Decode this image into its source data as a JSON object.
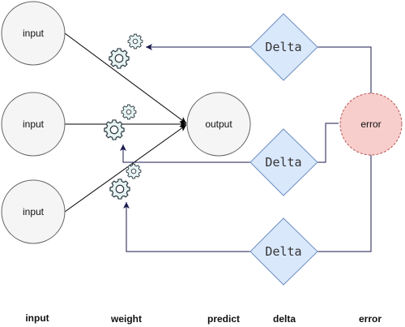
{
  "nodes": {
    "input_top": "input",
    "input_mid": "input",
    "input_bot": "input",
    "output": "output",
    "error": "error",
    "delta_top": "Delta",
    "delta_mid": "Delta",
    "delta_bot": "Delta"
  },
  "columns": {
    "input": "input",
    "weight": "weight",
    "predict": "predict",
    "delta": "delta",
    "error": "error"
  },
  "colors": {
    "node_fill": "#f5f5f5",
    "node_stroke": "#666666",
    "delta_fill": "#dae8fc",
    "delta_stroke": "#6c8ebf",
    "error_fill": "#f8cecc",
    "error_stroke": "#b85450",
    "edge": "#000000",
    "back_edge": "#1a1a4e",
    "gear_fill": "#e8f4f2",
    "gear_stroke": "#2d3b45"
  },
  "icons": [
    "gear-icon"
  ]
}
